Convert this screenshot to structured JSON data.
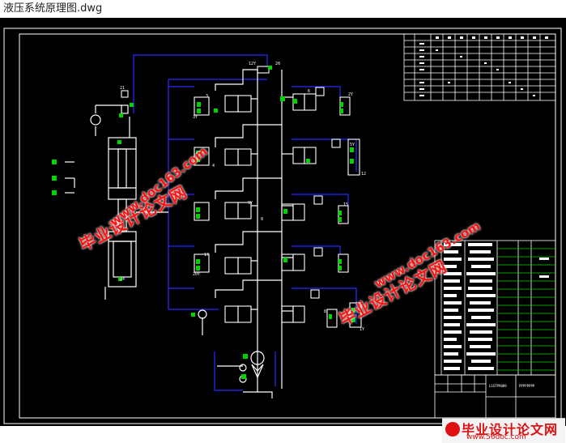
{
  "window": {
    "title": "液压系统原理图.dwg"
  },
  "watermarks": {
    "brand_cn": "毕业设计论文网",
    "url": "www.doc163.com"
  },
  "stamp": {
    "brand_cn": "毕业设计论文网",
    "url": "www.56doc.com"
  },
  "drawing": {
    "labels": {
      "switch_top": "12Y",
      "switch_num": "20",
      "cyl_upper_num": "21",
      "cyl_lower_num": "24",
      "r1_valve": "6",
      "r1_sol": "2Y",
      "r1_dir": "3",
      "r1_left_sol": "3Y",
      "r2_num": "4",
      "r2_sol": "5Y",
      "r2_right": "12",
      "r3_num": "15",
      "r3_sol": "9Y",
      "r4_num": "17",
      "r4_sol": "20Y",
      "r5_num": "8",
      "r5_sol": "1Y",
      "mid_node": "8"
    },
    "table_title": "LGSTP9009",
    "table_sub": "PPPPPPPP"
  },
  "colors": {
    "background": "#000000",
    "lines_white": "#ffffff",
    "lines_blue": "#2a2aff",
    "accent_green": "#00d400",
    "watermark_red": "#ff1010"
  }
}
